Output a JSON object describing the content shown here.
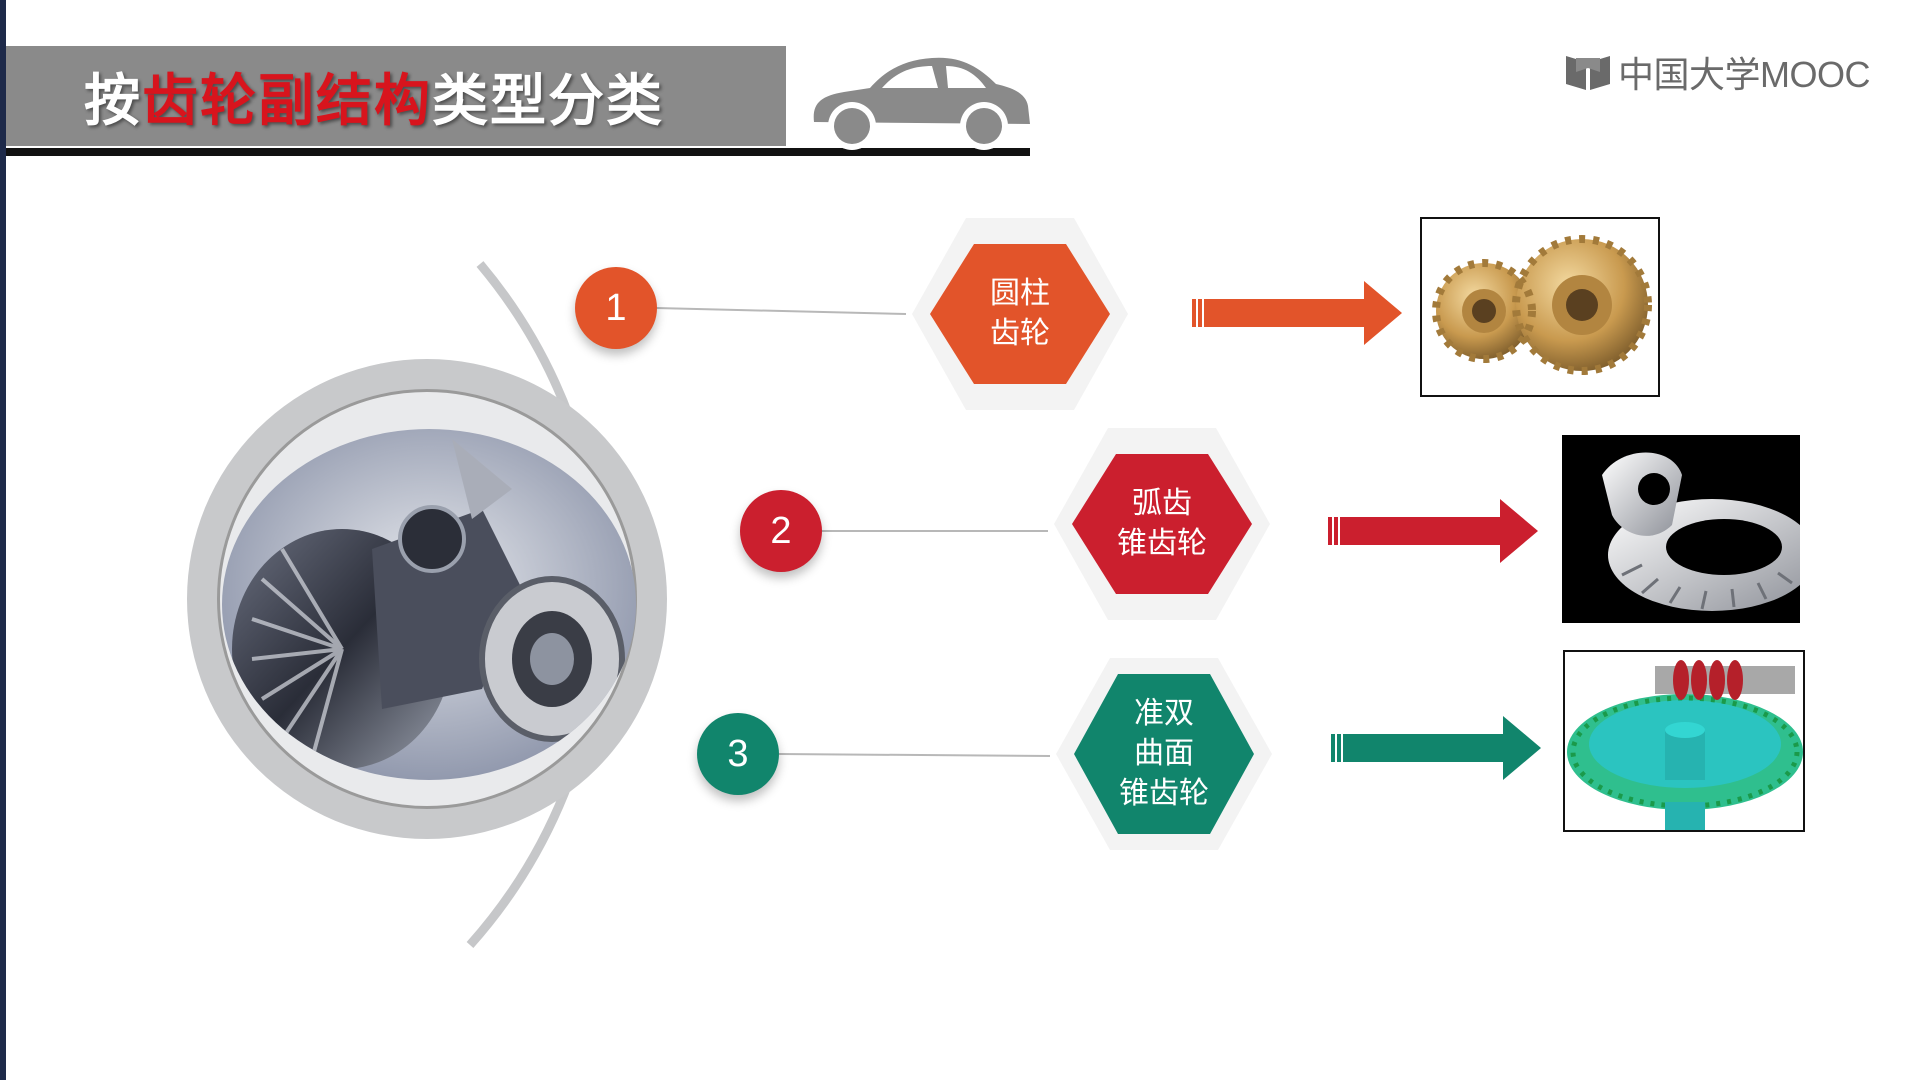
{
  "header": {
    "title_part1": "按",
    "title_highlight": "齿轮副结构",
    "title_part2": "类型分类"
  },
  "brand": {
    "text": "中国大学MOOC"
  },
  "items": [
    {
      "number": "1",
      "label_lines": [
        "圆柱",
        "齿轮"
      ],
      "color": "#e2542a"
    },
    {
      "number": "2",
      "label_lines": [
        "弧齿",
        "锥齿轮"
      ],
      "color": "#cb1f2e"
    },
    {
      "number": "3",
      "label_lines": [
        "准双",
        "曲面",
        "锥齿轮"
      ],
      "color": "#11856c"
    }
  ],
  "icons": {
    "car": "car-icon",
    "brand": "book-icon"
  },
  "colors": {
    "title_bar": "#8a8a8a",
    "title_highlight": "#d8141d",
    "arc": "#c6c7c9"
  }
}
